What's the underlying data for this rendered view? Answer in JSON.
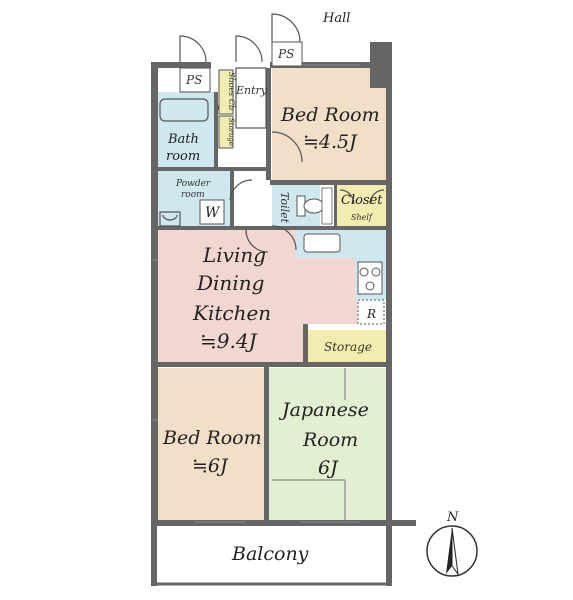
{
  "labels": {
    "hall": "Hall",
    "ps": "PS",
    "shoes_cb": "Shoes Cb",
    "entry": "Entry",
    "storage_small": "Storage",
    "bath_line1": "Bath",
    "bath_line2": "room",
    "powder_line1": "Powder",
    "powder_line2": "room",
    "washer": "W",
    "toilet": "Toilet",
    "shelf": "Shelf",
    "closet": "Closet",
    "bed1_line1": "Bed Room",
    "bed1_line2": "≒4.5J",
    "ldk_line1": "Living",
    "ldk_line2": "Dining",
    "ldk_line3": "Kitchen",
    "ldk_line4": "≒9.4J",
    "refrigerator": "R",
    "storage": "Storage",
    "bed2_line1": "Bed Room",
    "bed2_line2": "≒6J",
    "japanese_line1": "Japanese",
    "japanese_line2": "Room",
    "japanese_line3": "6J",
    "balcony": "Balcony",
    "north": "N"
  },
  "colors": {
    "wall": "#666666",
    "bedroom": "#f2dfc8",
    "ldk": "#f2d6d2",
    "wet": "#cfe7ef",
    "storage": "#f3ecb0",
    "japanese": "#e2efd3",
    "entry": "#ffffff"
  }
}
